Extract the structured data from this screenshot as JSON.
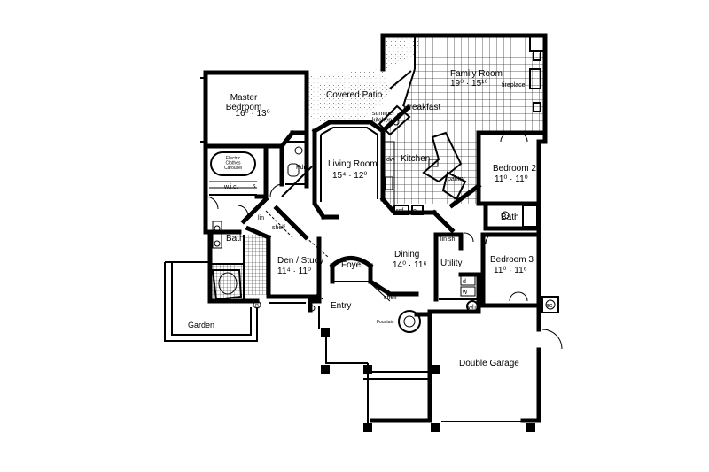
{
  "rooms": {
    "family_room": {
      "name": "Family Room",
      "dims": "19⁰ · 15¹⁰"
    },
    "master_bedroom": {
      "name": "Master\nBedroom",
      "dims": "16⁰ · 13⁰"
    },
    "covered_patio": {
      "name": "Covered Patio"
    },
    "breakfast": {
      "name": "Breakfast"
    },
    "living_room": {
      "name": "Living Room",
      "dims": "15⁴ · 12⁰"
    },
    "kitchen": {
      "name": "Kitchen"
    },
    "bedroom_2": {
      "name": "Bedroom 2",
      "dims": "11⁰ · 11⁰"
    },
    "bath_2": {
      "name": "Bath"
    },
    "bedroom_3": {
      "name": "Bedroom 3",
      "dims": "11⁰ · 11⁶"
    },
    "bath_master": {
      "name": "Bath"
    },
    "den_study": {
      "name": "Den / Study",
      "dims": "11⁴ · 11⁰"
    },
    "foyer": {
      "name": "Foyer"
    },
    "dining": {
      "name": "Dining",
      "dims": "14⁰ · 11⁶"
    },
    "utility": {
      "name": "Utility"
    },
    "entry": {
      "name": "Entry"
    },
    "garden": {
      "name": "Garden"
    },
    "double_garage": {
      "name": "Double Garage"
    }
  },
  "labels": {
    "fireplace": "fireplace",
    "summer_kitchen": "summer\nkitchen",
    "pdr": "Pdr",
    "wic": "w.i.c.",
    "electric_clothes_carousel": "Electric\nClothes\nCarousel",
    "s": "s",
    "lin": "lin",
    "shelf": "shelf",
    "dw": "dw",
    "ref": "ref",
    "pantry": "pantry",
    "wh": "wh",
    "ac": "ac",
    "fountain": "Fountain",
    "d": "d",
    "w": "w",
    "lin_shelf": "lin sh",
    "n": "n",
    "o": "o"
  }
}
